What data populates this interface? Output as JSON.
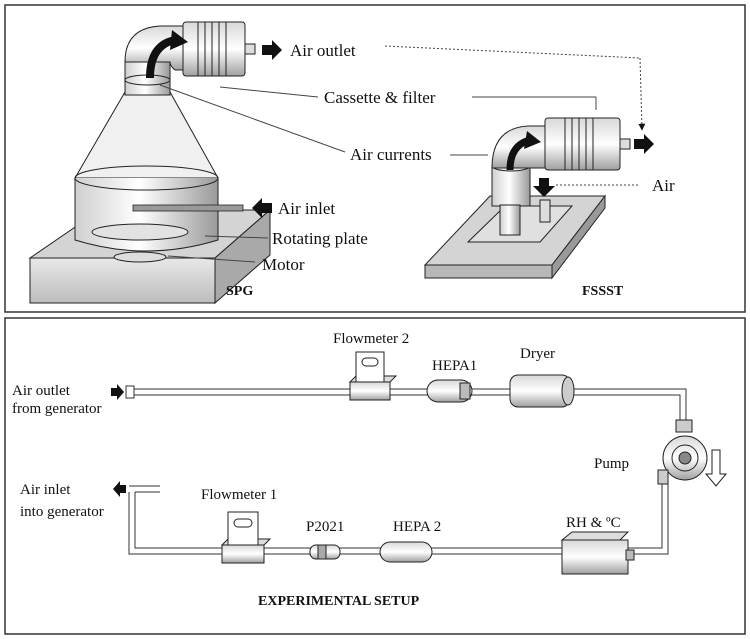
{
  "top_panel": {
    "labels": {
      "air_outlet": "Air outlet",
      "cassette_filter": "Cassette & filter",
      "air_currents": "Air currents",
      "air": "Air",
      "air_inlet": "Air inlet",
      "rotating_plate": "Rotating plate",
      "motor": "Motor",
      "spg": "SPG",
      "fssst": "FSSST"
    }
  },
  "bottom_panel": {
    "labels": {
      "flowmeter2": "Flowmeter 2",
      "hepa1": "HEPA1",
      "dryer": "Dryer",
      "air_outlet_from_generator_line1": "Air outlet",
      "air_outlet_from_generator_line2": "from generator",
      "pump": "Pump",
      "air_inlet_into_generator_line1": "Air inlet",
      "air_inlet_into_generator_line2": "into generator",
      "flowmeter1": "Flowmeter 1",
      "p2021": "P2021",
      "hepa2": "HEPA 2",
      "rh_c": "RH & ºC",
      "title": "EXPERIMENTAL SETUP"
    }
  }
}
